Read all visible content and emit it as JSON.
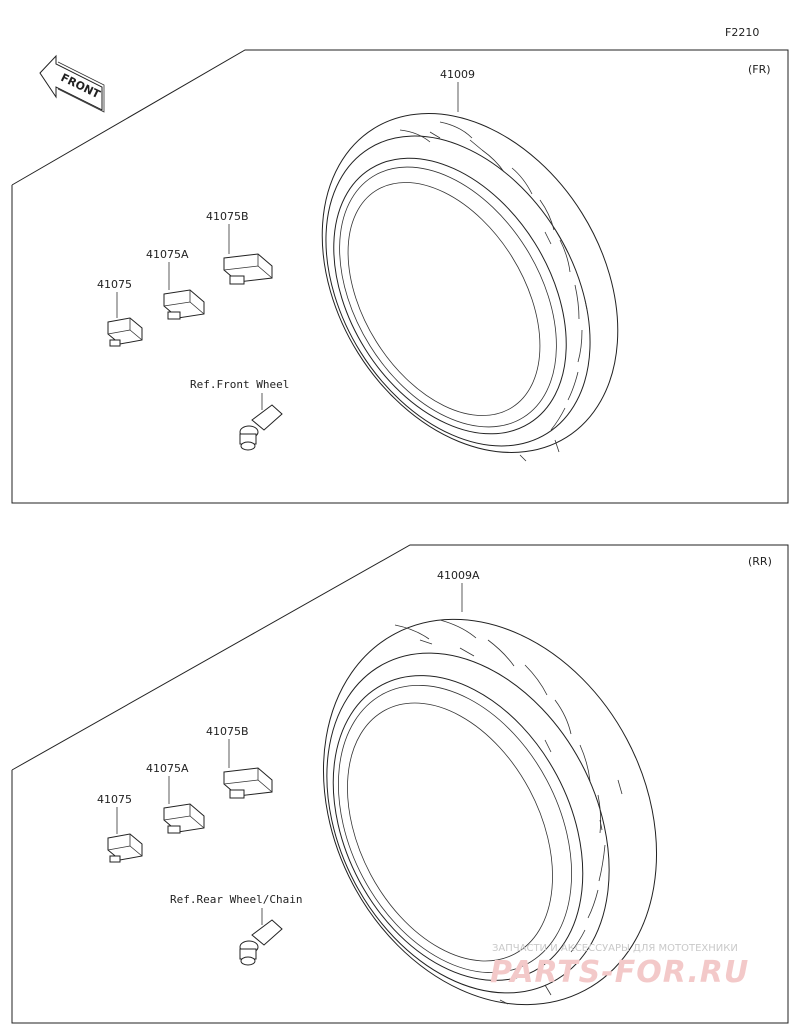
{
  "figure_code": "F2210",
  "front_arrow_label": "FRONT",
  "front_panel": {
    "tag": "(FR)",
    "tire_part": "41009",
    "weights": [
      "41075",
      "41075A",
      "41075B"
    ],
    "valve_ref": "Ref.Front Wheel"
  },
  "rear_panel": {
    "tag": "(RR)",
    "tire_part": "41009A",
    "weights": [
      "41075",
      "41075A",
      "41075B"
    ],
    "valve_ref": "Ref.Rear Wheel/Chain"
  },
  "watermark": {
    "line1": "ЗАПЧАСТИ И АКСЕССУАРЫ ДЛЯ МОТОТЕХНИКИ",
    "line2": "PARTS-FOR.RU"
  }
}
